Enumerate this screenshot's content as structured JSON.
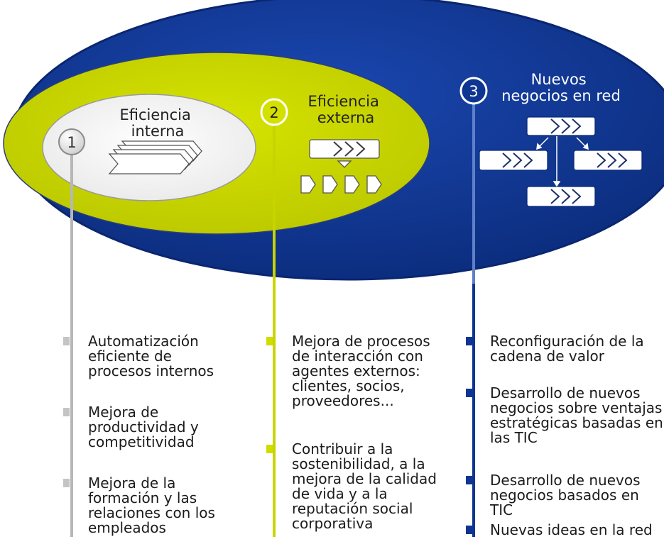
{
  "colors": {
    "navy": "#0e3591",
    "navy_dark": "#0a2a78",
    "lime": "#c7d400",
    "gray": "#b7b7b7",
    "text": "#1b1b1b"
  },
  "stages": [
    {
      "number": "1",
      "title_lines": [
        "Eficiencia",
        "interna"
      ],
      "items": [
        "Automatización\neficiente de\nprocesos internos",
        "Mejora de\nproductividad y\ncompetitividad",
        "Mejora de la\nformación y las\nrelaciones con los\nempleados"
      ]
    },
    {
      "number": "2",
      "title_lines": [
        "Eficiencia",
        "externa"
      ],
      "items": [
        "Mejora de procesos\nde interacción con\nagentes externos:\nclientes, socios,\nproveedores...",
        "Contribuir a la\nsostenibilidad, a la\nmejora de la calidad\nde vida y a la\nreputación social\ncorporativa"
      ]
    },
    {
      "number": "3",
      "title_lines": [
        "Nuevos",
        "negocios en red"
      ],
      "items": [
        "Reconfiguración de la\ncadena de valor",
        "Desarrollo de nuevos\nnegocios sobre ventajas\nestratégicas basadas en\nlas TIC",
        "Desarrollo de nuevos\nnegocios basados en TIC",
        "Nuevas ideas en la red"
      ]
    }
  ]
}
